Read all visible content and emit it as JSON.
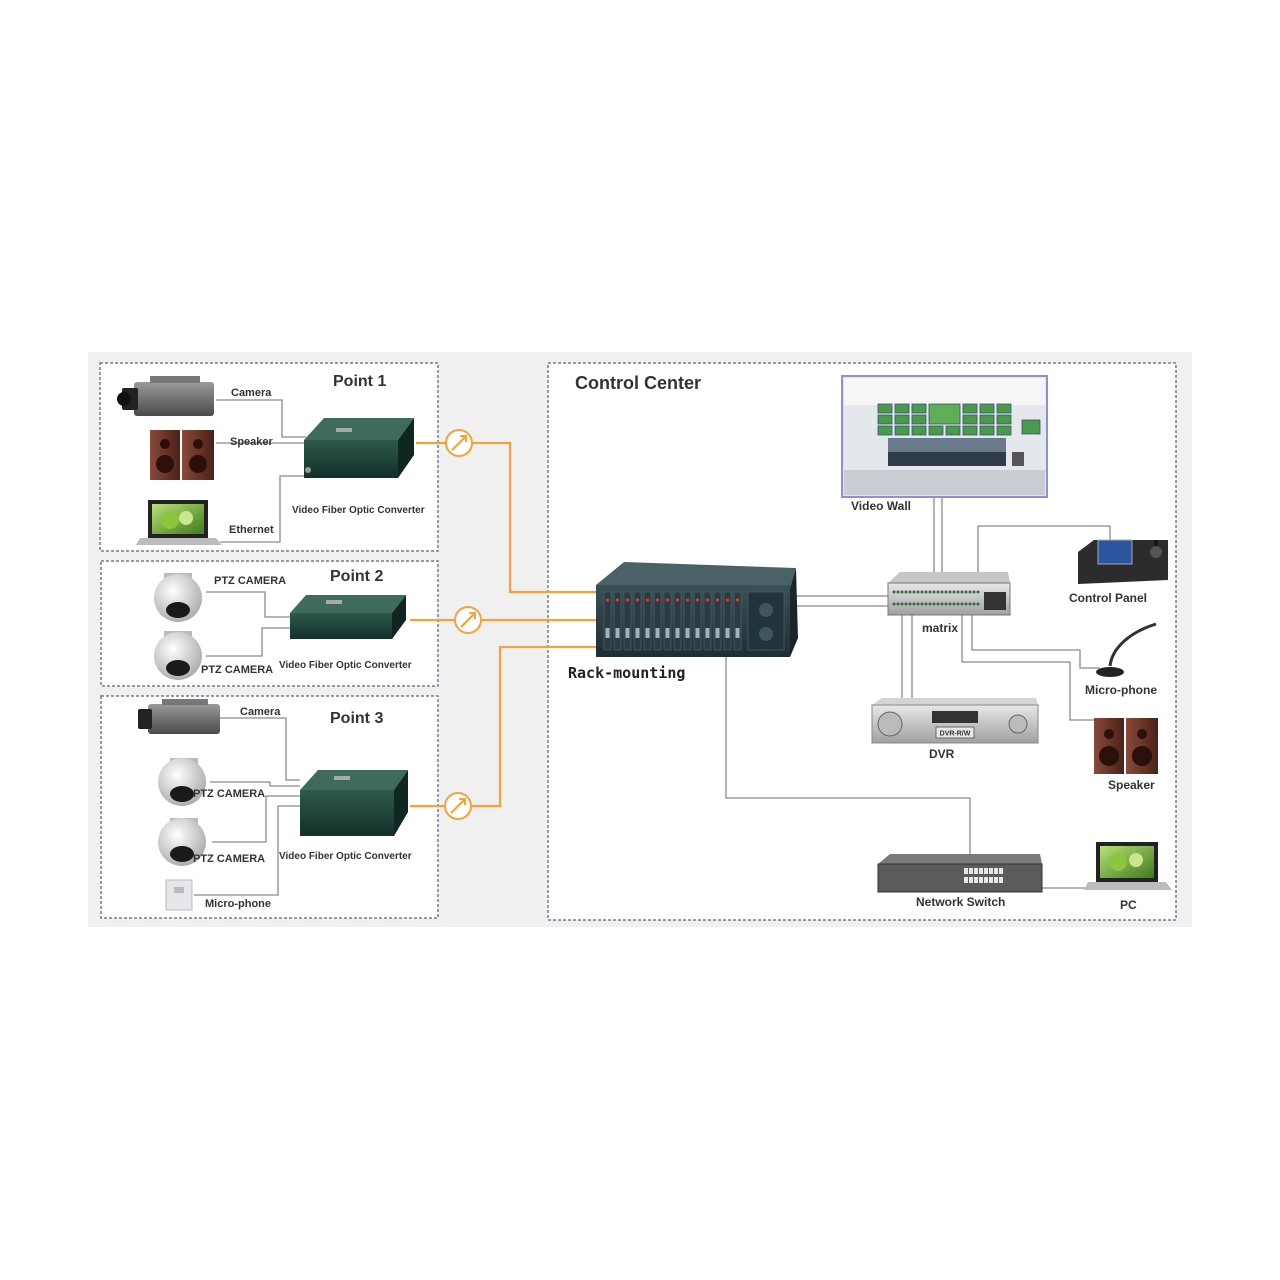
{
  "point1": {
    "title": "Point 1",
    "camera": "Camera",
    "speaker": "Speaker",
    "ethernet": "Ethernet",
    "converter": "Video Fiber Optic Converter"
  },
  "point2": {
    "title": "Point 2",
    "ptz1": "PTZ CAMERA",
    "ptz2": "PTZ CAMERA",
    "converter": "Video Fiber Optic Converter"
  },
  "point3": {
    "title": "Point 3",
    "camera": "Camera",
    "ptz1": "PTZ CAMERA",
    "ptz2": "PTZ CAMERA",
    "microphone": "Micro-phone",
    "converter": "Video Fiber Optic Converter"
  },
  "control_center": {
    "title": "Control Center",
    "rack": "Rack-mounting",
    "video_wall": "Video Wall",
    "matrix": "matrix",
    "control_panel": "Control Panel",
    "microphone": "Micro-phone",
    "dvr": "DVR",
    "dvr_display": "DVR-R/W",
    "speaker": "Speaker",
    "network_switch": "Network Switch",
    "pc": "PC"
  },
  "colors": {
    "fiber": "#f2a33a",
    "wire": "#8a8a8a",
    "panel_border": "#6d7f96",
    "background": "#f0f0f0"
  }
}
